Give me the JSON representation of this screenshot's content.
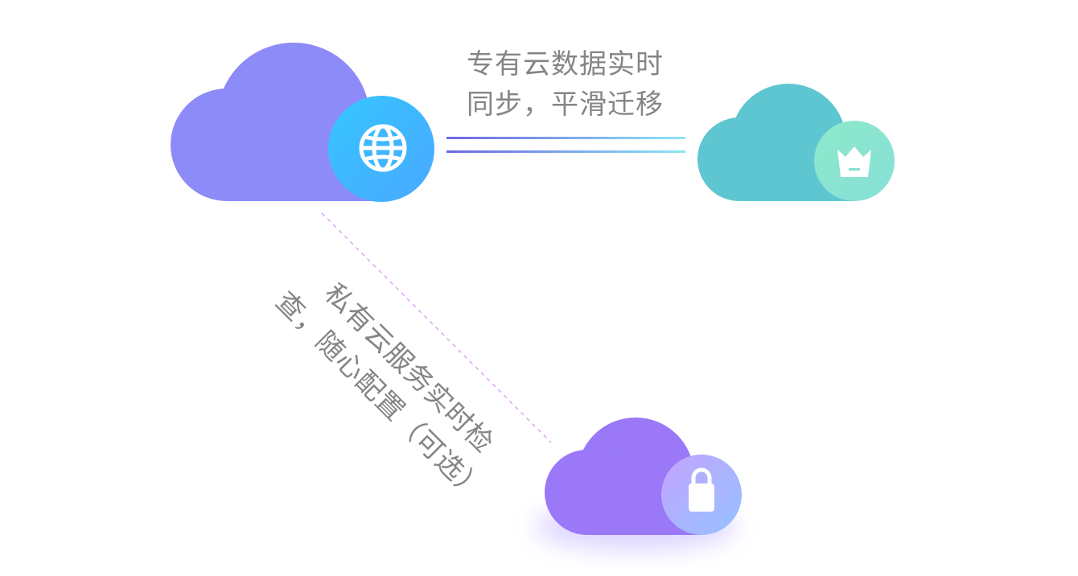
{
  "labels": {
    "public_to_dedicated": [
      "专有云数据实时",
      "同步，平滑迁移"
    ],
    "public_to_private": [
      "私有云服务实时检",
      "查，随心配置（可选）"
    ]
  },
  "nodes": {
    "public_cloud": {
      "badge_icon": "globe-icon",
      "cloud_color": "#8d8bf8",
      "badge_color": "#3ec4ff"
    },
    "dedicated_cloud": {
      "badge_icon": "crown-icon",
      "cloud_color": "#5ec6d0",
      "badge_color": "#8ee8c8"
    },
    "private_cloud": {
      "badge_icon": "lock-icon",
      "cloud_color": "#9a78f7",
      "badge_color": "#a6b8ff"
    }
  },
  "connectors": {
    "sync_line_color": "#7fdcf3",
    "dashed_line_color": "#e3a8f3"
  }
}
